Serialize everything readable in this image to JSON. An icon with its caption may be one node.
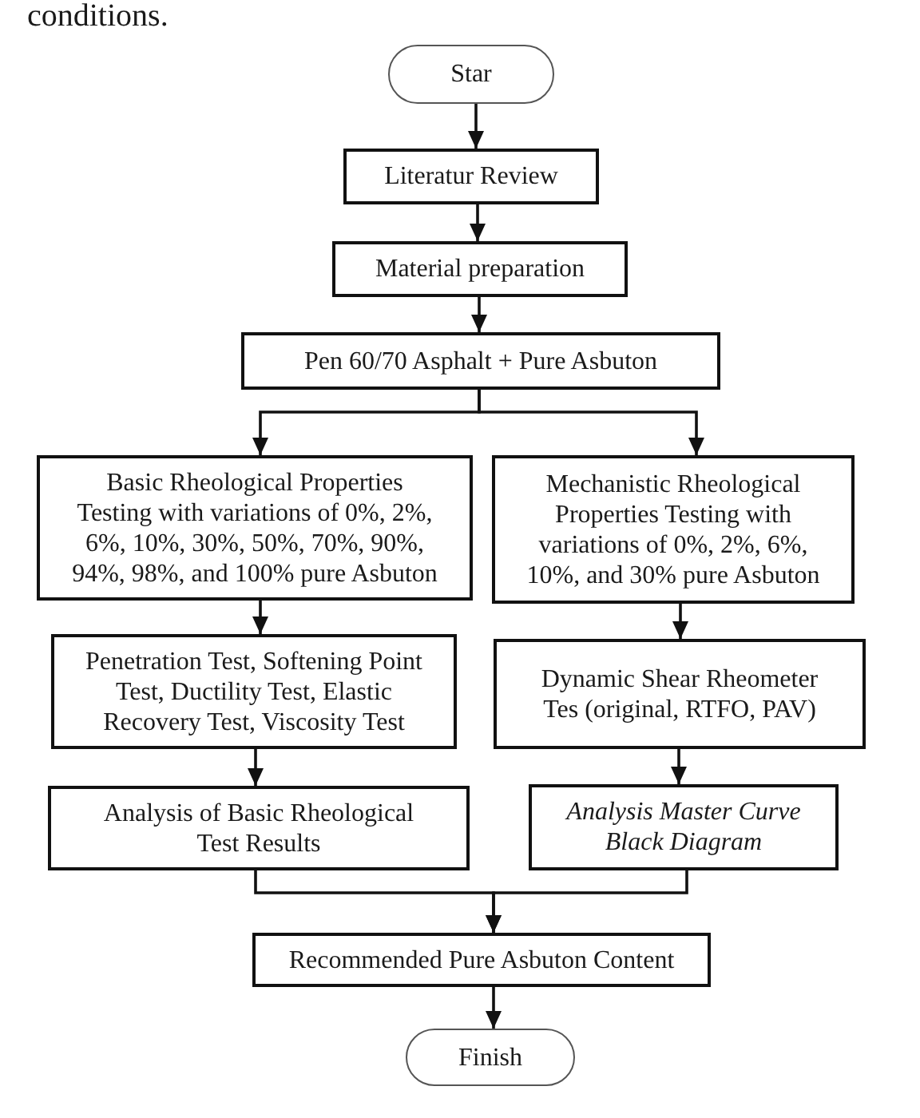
{
  "diagram": {
    "nodes": [
      {
        "text": [
          "Star"
        ]
      },
      {
        "text": [
          "Literatur Review"
        ]
      },
      {
        "text": [
          "Material preparation"
        ]
      },
      {
        "text": [
          "Pen 60/70 Asphalt + Pure Asbuton"
        ]
      },
      {
        "text": [
          "Basic Rheological Properties Testing with variations of 0%, 2%, 6%, 10%, 30%, 50%, 70%, 90%, 94%, 98%, and 100% pure Asbuton"
        ]
      },
      {
        "text": [
          "Mechanistic Rheological Properties Testing with variations of 0%, 2%, 6%, 10%, and 30% pure Asbuton"
        ]
      },
      {
        "text": [
          "Penetration Test, Softening Point Test, Ductility Test, Elastic Recovery Test, Viscosity Test"
        ]
      },
      {
        "text": [
          "Dynamic Shear Rheometer Tes (original, RTFO, PAV)"
        ]
      },
      {
        "text": [
          "Analysis of Basic Rheological Test Results"
        ]
      },
      {
        "text": [
          "Analysis Master Curve Black Diagram"
        ]
      },
      {
        "text": [
          "Recommended Pure Asbuton Content"
        ]
      },
      {
        "text": [
          "Finish"
        ]
      }
    ],
    "edges": [
      {
        "from": 0,
        "to": 1,
        "arrow": "to"
      },
      {
        "from": 1,
        "to": 2,
        "arrow": "to"
      },
      {
        "from": 2,
        "to": 3,
        "arrow": "to"
      },
      {
        "from": 3,
        "to": 4,
        "arrow": "to"
      },
      {
        "from": 3,
        "to": 5,
        "arrow": "to"
      },
      {
        "from": 4,
        "to": 6,
        "arrow": "to"
      },
      {
        "from": 5,
        "to": 7,
        "arrow": "to"
      },
      {
        "from": 6,
        "to": 8,
        "arrow": "to"
      },
      {
        "from": 7,
        "to": 9,
        "arrow": "to"
      },
      {
        "from": 8,
        "to": 10,
        "arrow": "to"
      },
      {
        "from": 9,
        "to": 10,
        "arrow": "to"
      },
      {
        "from": 10,
        "to": 11,
        "arrow": "to"
      }
    ],
    "labels": [
      "conditions."
    ]
  }
}
